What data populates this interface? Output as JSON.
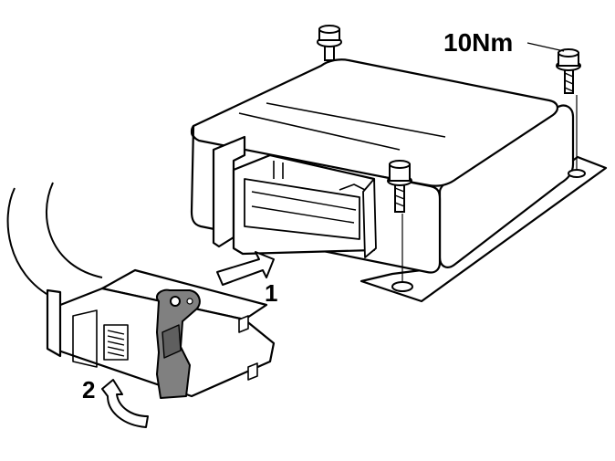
{
  "labels": {
    "torque": "10Nm",
    "step_1": "1",
    "step_2": "2"
  },
  "colors": {
    "line": "#000000",
    "paper": "#ffffff",
    "lever": "#808080",
    "lever_shade": "#5f5f5f"
  }
}
